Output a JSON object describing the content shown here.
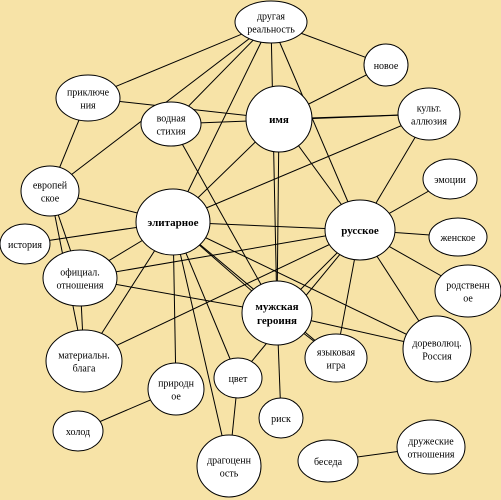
{
  "nodes": [
    {
      "id": "drugaya",
      "lines": [
        "другая",
        "реальность"
      ],
      "bold": false
    },
    {
      "id": "novoe",
      "lines": [
        "новое"
      ],
      "bold": false
    },
    {
      "id": "priklyucheniya",
      "lines": [
        "приключе",
        "ния"
      ],
      "bold": false
    },
    {
      "id": "vodnaya",
      "lines": [
        "водная",
        "стихия"
      ],
      "bold": false
    },
    {
      "id": "imya",
      "lines": [
        "имя"
      ],
      "bold": true
    },
    {
      "id": "kult",
      "lines": [
        "культ.",
        "аллюзия"
      ],
      "bold": false
    },
    {
      "id": "evropeiskoe",
      "lines": [
        "европей",
        "ское"
      ],
      "bold": false
    },
    {
      "id": "emocii",
      "lines": [
        "эмоции"
      ],
      "bold": false
    },
    {
      "id": "elitarnoe",
      "lines": [
        "элитарное"
      ],
      "bold": true
    },
    {
      "id": "russkoe",
      "lines": [
        "русское"
      ],
      "bold": true
    },
    {
      "id": "zhenskoe",
      "lines": [
        "женское"
      ],
      "bold": false
    },
    {
      "id": "istoriya",
      "lines": [
        "история"
      ],
      "bold": false
    },
    {
      "id": "oficial",
      "lines": [
        "официал.",
        "отношения"
      ],
      "bold": false
    },
    {
      "id": "rodstvennoe",
      "lines": [
        "родственн",
        "ое"
      ],
      "bold": false
    },
    {
      "id": "muzhskaya",
      "lines": [
        "мужская",
        "героиня"
      ],
      "bold": true
    },
    {
      "id": "materialn",
      "lines": [
        "материальн.",
        "блага"
      ],
      "bold": false
    },
    {
      "id": "dorevol",
      "lines": [
        "дореволюц.",
        "Россия"
      ],
      "bold": false
    },
    {
      "id": "yazykovaya",
      "lines": [
        "языковая",
        "игра"
      ],
      "bold": false
    },
    {
      "id": "prirodnoe",
      "lines": [
        "природн",
        "ое"
      ],
      "bold": false
    },
    {
      "id": "cvet",
      "lines": [
        "цвет"
      ],
      "bold": false
    },
    {
      "id": "holod",
      "lines": [
        "холод"
      ],
      "bold": false
    },
    {
      "id": "risk",
      "lines": [
        "риск"
      ],
      "bold": false
    },
    {
      "id": "druzheskie",
      "lines": [
        "дружеские",
        "отношения"
      ],
      "bold": false
    },
    {
      "id": "beseda",
      "lines": [
        "беседа"
      ],
      "bold": false
    },
    {
      "id": "dragocennost",
      "lines": [
        "драгоценн",
        "ость"
      ],
      "bold": false
    }
  ],
  "edges": [
    [
      "drugaya",
      "priklyucheniya"
    ],
    [
      "drugaya",
      "vodnaya"
    ],
    [
      "drugaya",
      "elitarnoe"
    ],
    [
      "drugaya",
      "russkoe"
    ],
    [
      "drugaya",
      "novoe"
    ],
    [
      "drugaya",
      "muzhskaya"
    ],
    [
      "drugaya",
      "evropeiskoe"
    ],
    [
      "novoe",
      "imya"
    ],
    [
      "priklyucheniya",
      "imya"
    ],
    [
      "priklyucheniya",
      "evropeiskoe"
    ],
    [
      "vodnaya",
      "kult"
    ],
    [
      "vodnaya",
      "muzhskaya"
    ],
    [
      "imya",
      "elitarnoe"
    ],
    [
      "imya",
      "russkoe"
    ],
    [
      "imya",
      "muzhskaya"
    ],
    [
      "imya",
      "kult"
    ],
    [
      "kult",
      "russkoe"
    ],
    [
      "kult",
      "elitarnoe"
    ],
    [
      "evropeiskoe",
      "elitarnoe"
    ],
    [
      "evropeiskoe",
      "oficial"
    ],
    [
      "evropeiskoe",
      "materialn"
    ],
    [
      "elitarnoe",
      "russkoe"
    ],
    [
      "elitarnoe",
      "istoriya"
    ],
    [
      "elitarnoe",
      "oficial"
    ],
    [
      "elitarnoe",
      "materialn"
    ],
    [
      "elitarnoe",
      "muzhskaya"
    ],
    [
      "elitarnoe",
      "prirodnoe"
    ],
    [
      "elitarnoe",
      "cvet"
    ],
    [
      "elitarnoe",
      "dragocennost"
    ],
    [
      "elitarnoe",
      "dorevol"
    ],
    [
      "elitarnoe",
      "yazykovaya"
    ],
    [
      "russkoe",
      "emocii"
    ],
    [
      "russkoe",
      "zhenskoe"
    ],
    [
      "russkoe",
      "rodstvennoe"
    ],
    [
      "russkoe",
      "dorevol"
    ],
    [
      "russkoe",
      "muzhskaya"
    ],
    [
      "russkoe",
      "yazykovaya"
    ],
    [
      "russkoe",
      "oficial"
    ],
    [
      "russkoe",
      "cvet"
    ],
    [
      "russkoe",
      "materialn"
    ],
    [
      "muzhskaya",
      "risk"
    ],
    [
      "muzhskaya",
      "yazykovaya"
    ],
    [
      "muzhskaya",
      "oficial"
    ],
    [
      "muzhskaya",
      "dorevol"
    ],
    [
      "oficial",
      "materialn"
    ],
    [
      "prirodnoe",
      "holod"
    ],
    [
      "cvet",
      "dragocennost"
    ],
    [
      "beseda",
      "druzheskie"
    ]
  ]
}
